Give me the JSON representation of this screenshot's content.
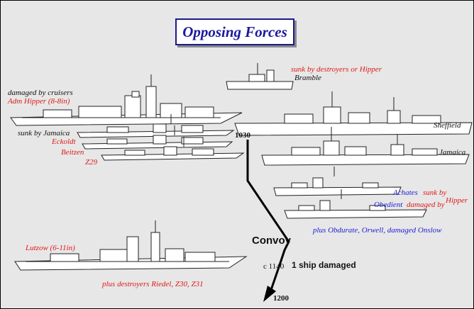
{
  "title": "Opposing Forces",
  "german": {
    "hipper_note": "damaged by cruisers",
    "hipper_name": "Adm Hipper (8-8in)",
    "eckoldt_note": "sunk by Jamaica",
    "eckoldt_name": "Eckoldt",
    "beitzen_name": "Beitzen",
    "z29_name": "Z29",
    "lutzow_name": "Lutzow (6-11in)",
    "destroyers_note": "plus destroyers Riedel, Z30, Z31"
  },
  "british": {
    "bramble_note": "sunk by destroyers or Hipper",
    "bramble_name": "Bramble",
    "sheffield_name": "Sheffield",
    "jamaica_name": "Jamaica",
    "achates_name": "Achates",
    "achates_note_1": "sunk by",
    "achates_note_2": "Hipper",
    "obedient_name": "Obedient",
    "obedient_note": "damaged by",
    "others_note": "plus Obdurate, Orwell, damaged Onslow"
  },
  "convoy": {
    "label": "Convoy",
    "damage_note": "1 ship damaged",
    "time_start": "1030",
    "time_mid": "c 1140",
    "time_end": "1200"
  }
}
